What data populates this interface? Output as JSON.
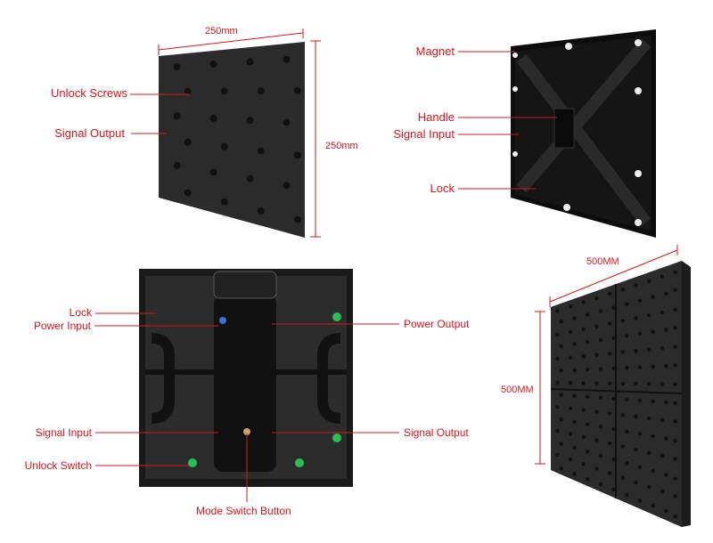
{
  "colors": {
    "label": "#d9141b",
    "panel": "#2a2a2a",
    "back": "#111111"
  },
  "front_panel": {
    "width_label": "250mm",
    "height_label": "250mm",
    "labels": [
      "Unlock Screws",
      "Signal Output"
    ]
  },
  "back_panel": {
    "labels": [
      "Magnet",
      "Handle",
      "Signal Input",
      "Lock"
    ]
  },
  "cabinet": {
    "left_labels": [
      "Lock",
      "Power Input",
      "Signal Input",
      "Unlock Switch"
    ],
    "right_labels": [
      "Power Output",
      "Signal Output"
    ],
    "bottom_label": "Mode Switch Button"
  },
  "large_panel": {
    "width_label": "500MM",
    "height_label": "500MM"
  }
}
